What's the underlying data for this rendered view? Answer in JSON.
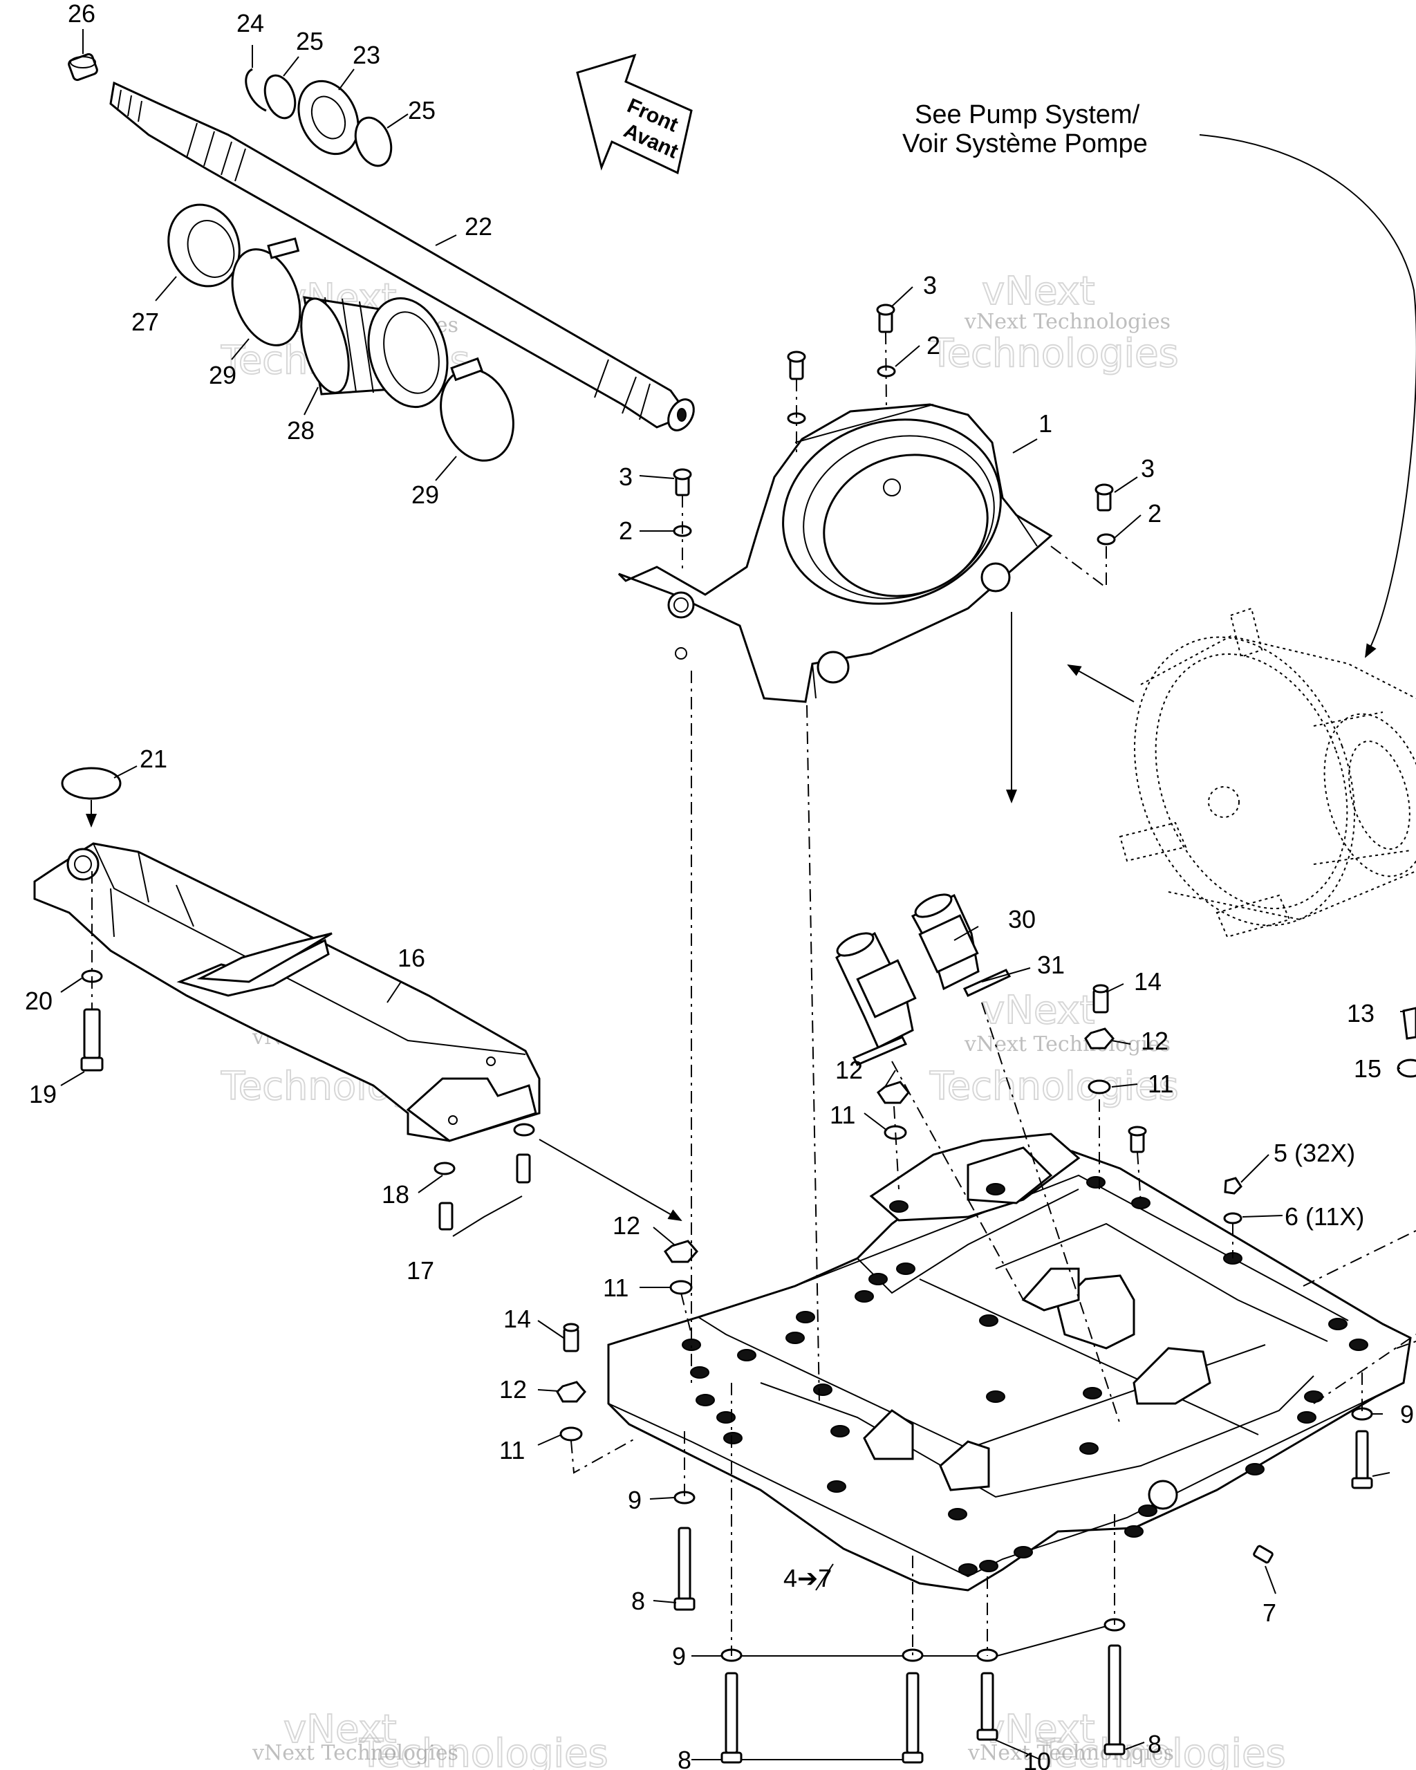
{
  "note": {
    "line1": "See Pump System/",
    "line2": "Voir Système Pompe"
  },
  "front_arrow": {
    "line1": "Front",
    "line2": "Avant"
  },
  "watermark": {
    "small": "vNext Technologies",
    "large_top": "vNext",
    "large_bottom": "Technologies"
  },
  "labels": {
    "l1": "1",
    "l2a": "2",
    "l2b": "2",
    "l2c": "2",
    "l3a": "3",
    "l3b": "3",
    "l3c": "3",
    "l4_7": "4➔7",
    "l5": "5 (32X)",
    "l6": "6 (11X)",
    "l7": "7",
    "l8a": "8",
    "l8b": "8",
    "l8c": "8",
    "l9a": "9",
    "l9b": "9",
    "l9c": "9",
    "l10": "10",
    "l11a": "11",
    "l11b": "11",
    "l11c": "11",
    "l11d": "11",
    "l12a": "12",
    "l12b": "12",
    "l12c": "12",
    "l12d": "12",
    "l13": "13",
    "l14a": "14",
    "l14b": "14",
    "l15": "15",
    "l16": "16",
    "l17": "17",
    "l18": "18",
    "l19": "19",
    "l20": "20",
    "l21": "21",
    "l22": "22",
    "l23": "23",
    "l24": "24",
    "l25a": "25",
    "l25b": "25",
    "l26": "26",
    "l27": "27",
    "l28": "28",
    "l29a": "29",
    "l29b": "29",
    "l30": "30",
    "l31": "31"
  }
}
